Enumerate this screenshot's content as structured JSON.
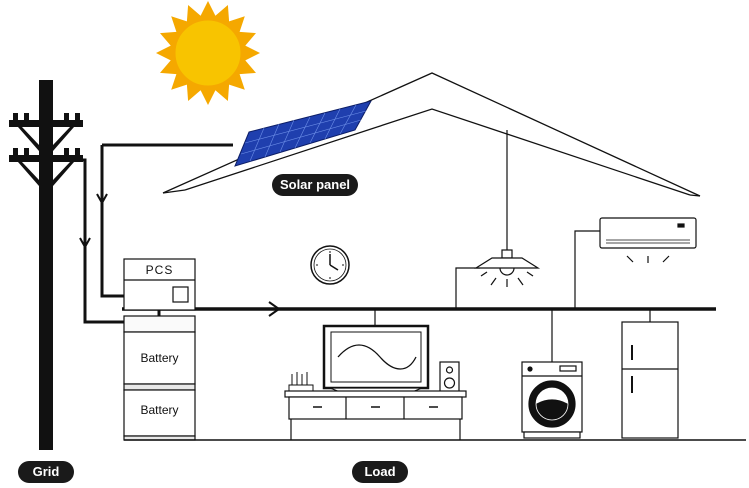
{
  "labels": {
    "pcs": "PCS",
    "battery_1": "Battery",
    "battery_2": "Battery",
    "solar_panel": "Solar panel",
    "grid": "Grid",
    "load": "Load"
  },
  "colors": {
    "line": "#111111",
    "sun_fill": "#f8c400",
    "sun_rays": "#f5a800",
    "panel_blue": "#1f3fae",
    "pill_bg": "#1a1a1a",
    "pill_text": "#ffffff"
  },
  "icons": [
    "sun-icon",
    "utility-pole-icon",
    "solar-panel-icon",
    "clock-icon",
    "pendant-lamp-icon",
    "air-conditioner-icon",
    "television-icon",
    "speaker-icon",
    "washing-machine-icon",
    "refrigerator-icon",
    "tv-cabinet-icon",
    "pencil-holder-icon"
  ]
}
